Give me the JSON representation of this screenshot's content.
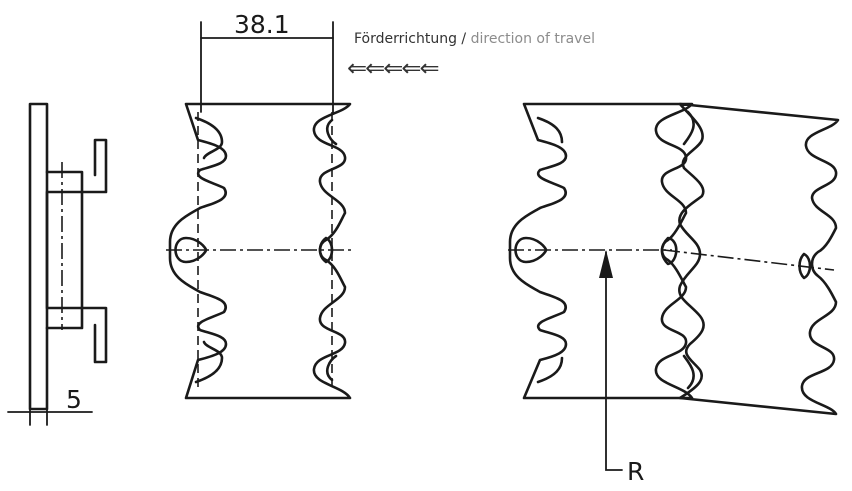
{
  "dimensions": {
    "pitch_label": "38.1",
    "thickness_label": "5",
    "radius_label": "R"
  },
  "caption": {
    "german": "Förderrichtung",
    "separator": " / ",
    "english": "direction of travel"
  },
  "travel_arrows": "⇐⇐⇐⇐⇐",
  "colors": {
    "line": "#1a1a1a",
    "caption_de": "#333333",
    "caption_en": "#8c8c8c"
  }
}
